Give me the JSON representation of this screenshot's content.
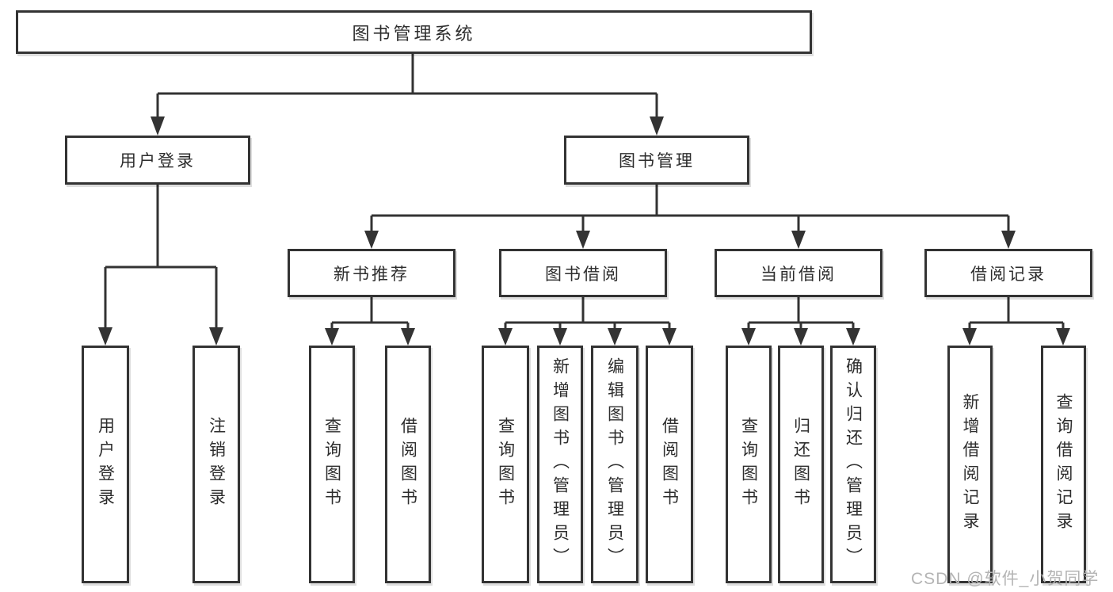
{
  "watermark": "CSDN @软件_小贺同学",
  "colors": {
    "line": "#333333",
    "box_border": "#333333",
    "box_fill": "#ffffff",
    "text": "#2d2d2d",
    "watermark": "#b4b4b4",
    "background": "#ffffff"
  },
  "tree": {
    "label": "图书管理系统",
    "children": [
      {
        "label": "用户登录",
        "children": [
          {
            "label": "用户登录"
          },
          {
            "label": "注销登录"
          }
        ]
      },
      {
        "label": "图书管理",
        "children": [
          {
            "label": "新书推荐",
            "children": [
              {
                "label": "查询图书"
              },
              {
                "label": "借阅图书"
              }
            ]
          },
          {
            "label": "图书借阅",
            "children": [
              {
                "label": "查询图书"
              },
              {
                "label": "新增图书（管理员）"
              },
              {
                "label": "编辑图书（管理员）"
              },
              {
                "label": "借阅图书"
              }
            ]
          },
          {
            "label": "当前借阅",
            "children": [
              {
                "label": "查询图书"
              },
              {
                "label": "归还图书"
              },
              {
                "label": "确认归还（管理员）"
              }
            ]
          },
          {
            "label": "借阅记录",
            "children": [
              {
                "label": "新增借阅记录"
              },
              {
                "label": "查询借阅记录"
              }
            ]
          }
        ]
      }
    ]
  }
}
